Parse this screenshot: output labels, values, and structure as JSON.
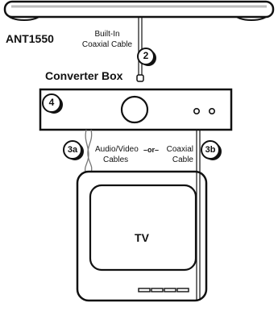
{
  "antenna": {
    "model": "ANT1550",
    "cable_label_line1": "Built-In",
    "cable_label_line2": "Coaxial Cable"
  },
  "converter": {
    "title": "Converter Box"
  },
  "tv": {
    "label": "TV"
  },
  "cables": {
    "av_line1": "Audio/Video",
    "av_line2": "Cables",
    "or": "–or–",
    "coax_line1": "Coaxial",
    "coax_line2": "Cable"
  },
  "steps": {
    "s2": "2",
    "s4": "4",
    "s3a": "3a",
    "s3b": "3b"
  }
}
